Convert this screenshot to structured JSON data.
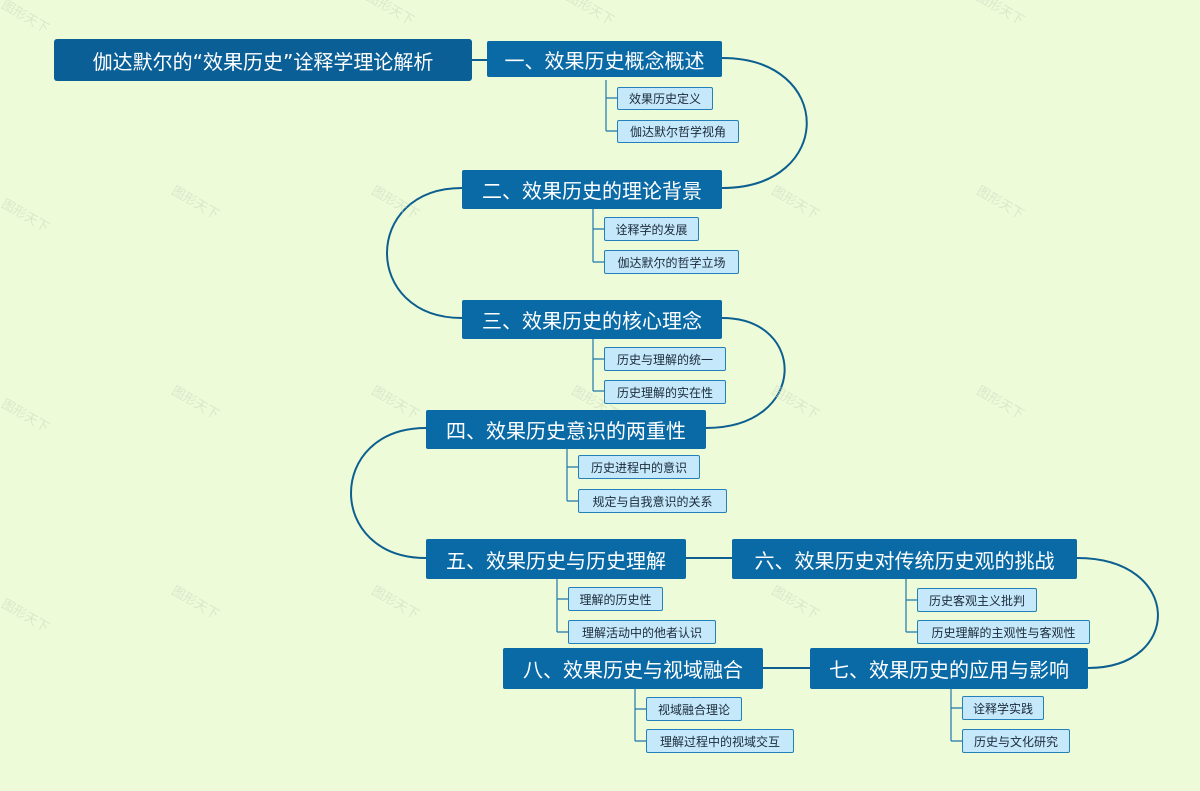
{
  "root": "伽达默尔的“效果历史”诠释学理论解析",
  "sections": [
    {
      "title": "一、效果历史概念概述",
      "items": [
        "效果历史定义",
        "伽达默尔哲学视角"
      ]
    },
    {
      "title": "二、效果历史的理论背景",
      "items": [
        "诠释学的发展",
        "伽达默尔的哲学立场"
      ]
    },
    {
      "title": "三、效果历史的核心理念",
      "items": [
        "历史与理解的统一",
        "历史理解的实在性"
      ]
    },
    {
      "title": "四、效果历史意识的两重性",
      "items": [
        "历史进程中的意识",
        "规定与自我意识的关系"
      ]
    },
    {
      "title": "五、效果历史与历史理解",
      "items": [
        "理解的历史性",
        "理解活动中的他者认识"
      ]
    },
    {
      "title": "六、效果历史对传统历史观的挑战",
      "items": [
        "历史客观主义批判",
        "历史理解的主观性与客观性"
      ]
    },
    {
      "title": "七、效果历史的应用与影响",
      "items": [
        "诠释学实践",
        "历史与文化研究"
      ]
    },
    {
      "title": "八、效果历史与视域融合",
      "items": [
        "视域融合理论",
        "理解过程中的视域交互"
      ]
    }
  ],
  "watermark": "图形天下",
  "colors": {
    "background": "#edfbd9",
    "main_node": "#0a6aa6",
    "sub_node": "#c5e8fb",
    "line": "#0d5f8f"
  }
}
